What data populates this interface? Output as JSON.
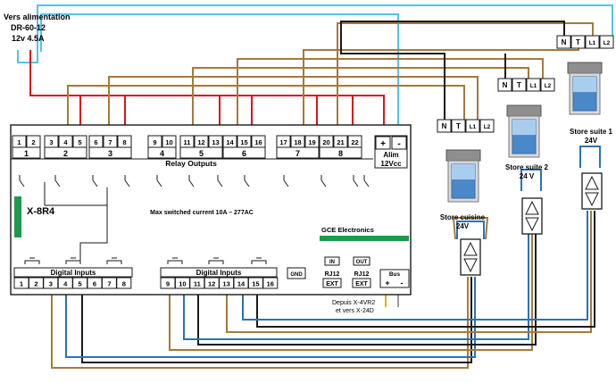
{
  "power_supply": {
    "line1": "Vers alimentation",
    "line2": "DR-60-12",
    "line3": "12v 4.5A"
  },
  "module": {
    "name": "X-8R4",
    "relay_title": "Relay Outputs",
    "max_current": "Max switched current 10A – 277AC",
    "brand": "GCE Electronics",
    "alim_label_1": "Alim",
    "alim_label_2": "12Vcc",
    "alim_plus": "+",
    "alim_minus": "-",
    "relay_terminals": [
      "1",
      "2",
      "3",
      "4",
      "5",
      "6",
      "7",
      "8",
      "9",
      "10",
      "11",
      "12",
      "13",
      "14",
      "15",
      "16",
      "17",
      "18",
      "19",
      "20",
      "21",
      "22"
    ],
    "relay_groups": [
      "1",
      "2",
      "3",
      "4",
      "5",
      "6",
      "7",
      "8"
    ],
    "digital_inputs_title": "Digital Inputs",
    "inputs_left": [
      "1",
      "2",
      "3",
      "4",
      "5",
      "6",
      "7",
      "8"
    ],
    "inputs_right": [
      "9",
      "10",
      "11",
      "12",
      "13",
      "14",
      "15",
      "16"
    ],
    "gnd": "GND",
    "in_label": "IN",
    "out_label": "OUT",
    "rj12": "RJ12",
    "ext": "EXT",
    "bus_label": "Bus",
    "bus_plus": "+",
    "bus_minus": "-",
    "depuis_1": "Depuis X-4VR2",
    "depuis_2": "et vers X-24D"
  },
  "terminal_labels": {
    "n": "N",
    "t": "T",
    "l1": "L1",
    "l2": "L2"
  },
  "stores": [
    {
      "name": "Store cuisine",
      "voltage": "24V"
    },
    {
      "name": "Store suite 2",
      "voltage": "24 V"
    },
    {
      "name": "Store suite 1",
      "voltage": "24V"
    }
  ],
  "colors": {
    "brown": "#a57a3a",
    "red": "#d9151b",
    "cyan": "#55c3ea",
    "black": "#1a1a1a",
    "blue": "#2a72b8",
    "green": "#1f9a4b",
    "gray": "#8a8a8a"
  }
}
